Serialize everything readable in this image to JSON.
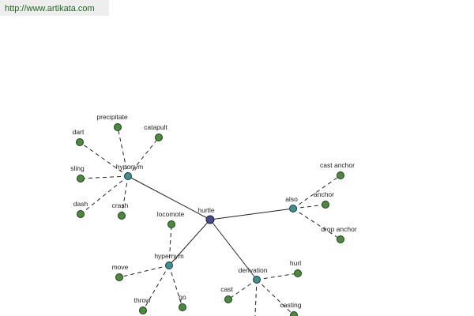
{
  "source_url": "http://www.artikata.com",
  "graph": {
    "root": {
      "id": "hurtle",
      "label": "hurtle"
    },
    "relations": [
      {
        "id": "hyponym",
        "label": "hyponym",
        "leaves": [
          {
            "id": "dart",
            "label": "dart"
          },
          {
            "id": "precipitate",
            "label": "precipitate"
          },
          {
            "id": "catapult",
            "label": "catapult"
          },
          {
            "id": "sling",
            "label": "sling"
          },
          {
            "id": "dash",
            "label": "dash"
          },
          {
            "id": "crash",
            "label": "crash"
          }
        ]
      },
      {
        "id": "also",
        "label": "also",
        "leaves": [
          {
            "id": "cast-anchor",
            "label": "cast anchor"
          },
          {
            "id": "anchor",
            "label": "anchor"
          },
          {
            "id": "drop-anchor",
            "label": "drop anchor"
          }
        ]
      },
      {
        "id": "hypernym",
        "label": "hypernym",
        "leaves": [
          {
            "id": "locomote",
            "label": "locomote"
          },
          {
            "id": "move",
            "label": "move"
          },
          {
            "id": "throw",
            "label": "throw"
          },
          {
            "id": "go",
            "label": "go"
          }
        ]
      },
      {
        "id": "derivation",
        "label": "derivation",
        "leaves": [
          {
            "id": "hurl",
            "label": "hurl"
          },
          {
            "id": "cast",
            "label": "cast"
          },
          {
            "id": "casting",
            "label": "casting"
          }
        ]
      }
    ]
  },
  "colors": {
    "leaf": "#4a8a3a",
    "relation": "#3f8f8f",
    "root": "#4a4a8e"
  }
}
